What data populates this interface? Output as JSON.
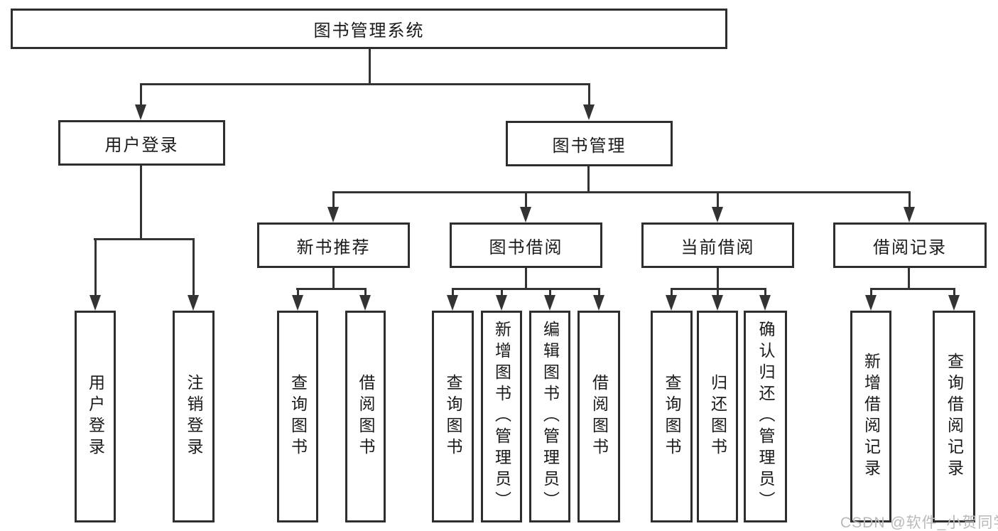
{
  "diagram_title": "图书管理系统",
  "hierarchy": {
    "root": "图书管理系统",
    "children": [
      {
        "label": "用户登录",
        "children": [
          "用户登录",
          "注销登录"
        ]
      },
      {
        "label": "图书管理",
        "children": [
          {
            "label": "新书推荐",
            "children": [
              "查询图书",
              "借阅图书"
            ]
          },
          {
            "label": "图书借阅",
            "children": [
              "查询图书",
              "新增图书（管理员）",
              "编辑图书（管理员）",
              "借阅图书"
            ]
          },
          {
            "label": "当前借阅",
            "children": [
              "查询图书",
              "归还图书",
              "确认归还（管理员）"
            ]
          },
          {
            "label": "借阅记录",
            "children": [
              "新增借阅记录",
              "查询借阅记录"
            ]
          }
        ]
      }
    ]
  },
  "watermark": "CSDN @软件_小贺同学",
  "colors": {
    "line": "#333333",
    "box_border": "#2e2e2e",
    "text": "#1a1a1a",
    "watermark": "#b9b9b9",
    "background": "#ffffff"
  }
}
